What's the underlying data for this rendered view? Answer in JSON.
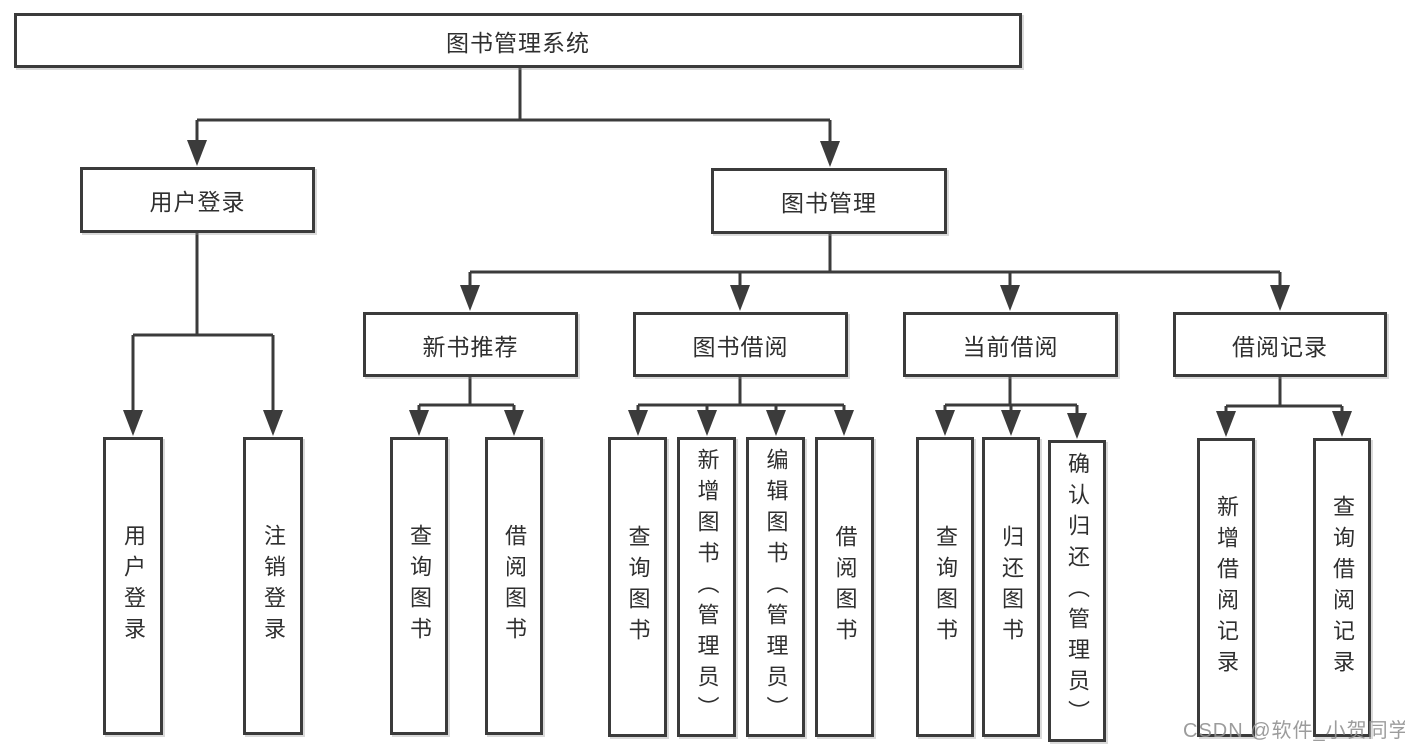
{
  "diagram": {
    "root": {
      "label": "图书管理系统"
    },
    "level2": [
      {
        "label": "用户登录"
      },
      {
        "label": "图书管理"
      }
    ],
    "level3": [
      {
        "label": "新书推荐"
      },
      {
        "label": "图书借阅"
      },
      {
        "label": "当前借阅"
      },
      {
        "label": "借阅记录"
      }
    ],
    "leaves": {
      "user_login": [
        "用户登录",
        "注销登录"
      ],
      "new_book": [
        "查询图书",
        "借阅图书"
      ],
      "book_borrow": [
        "查询图书",
        "新增图书（管理员）",
        "编辑图书（管理员）",
        "借阅图书"
      ],
      "current_borrow": [
        "查询图书",
        "归还图书",
        "确认归还（管理员）"
      ],
      "borrow_record": [
        "新增借阅记录",
        "查询借阅记录"
      ]
    },
    "watermark": "CSDN @软件_小贺同学",
    "colors": {
      "line": "#3b3b3b",
      "box_border": "#3b3b3b",
      "text": "#2f2f2f",
      "background": "#ffffff",
      "watermark": "#919191"
    }
  }
}
